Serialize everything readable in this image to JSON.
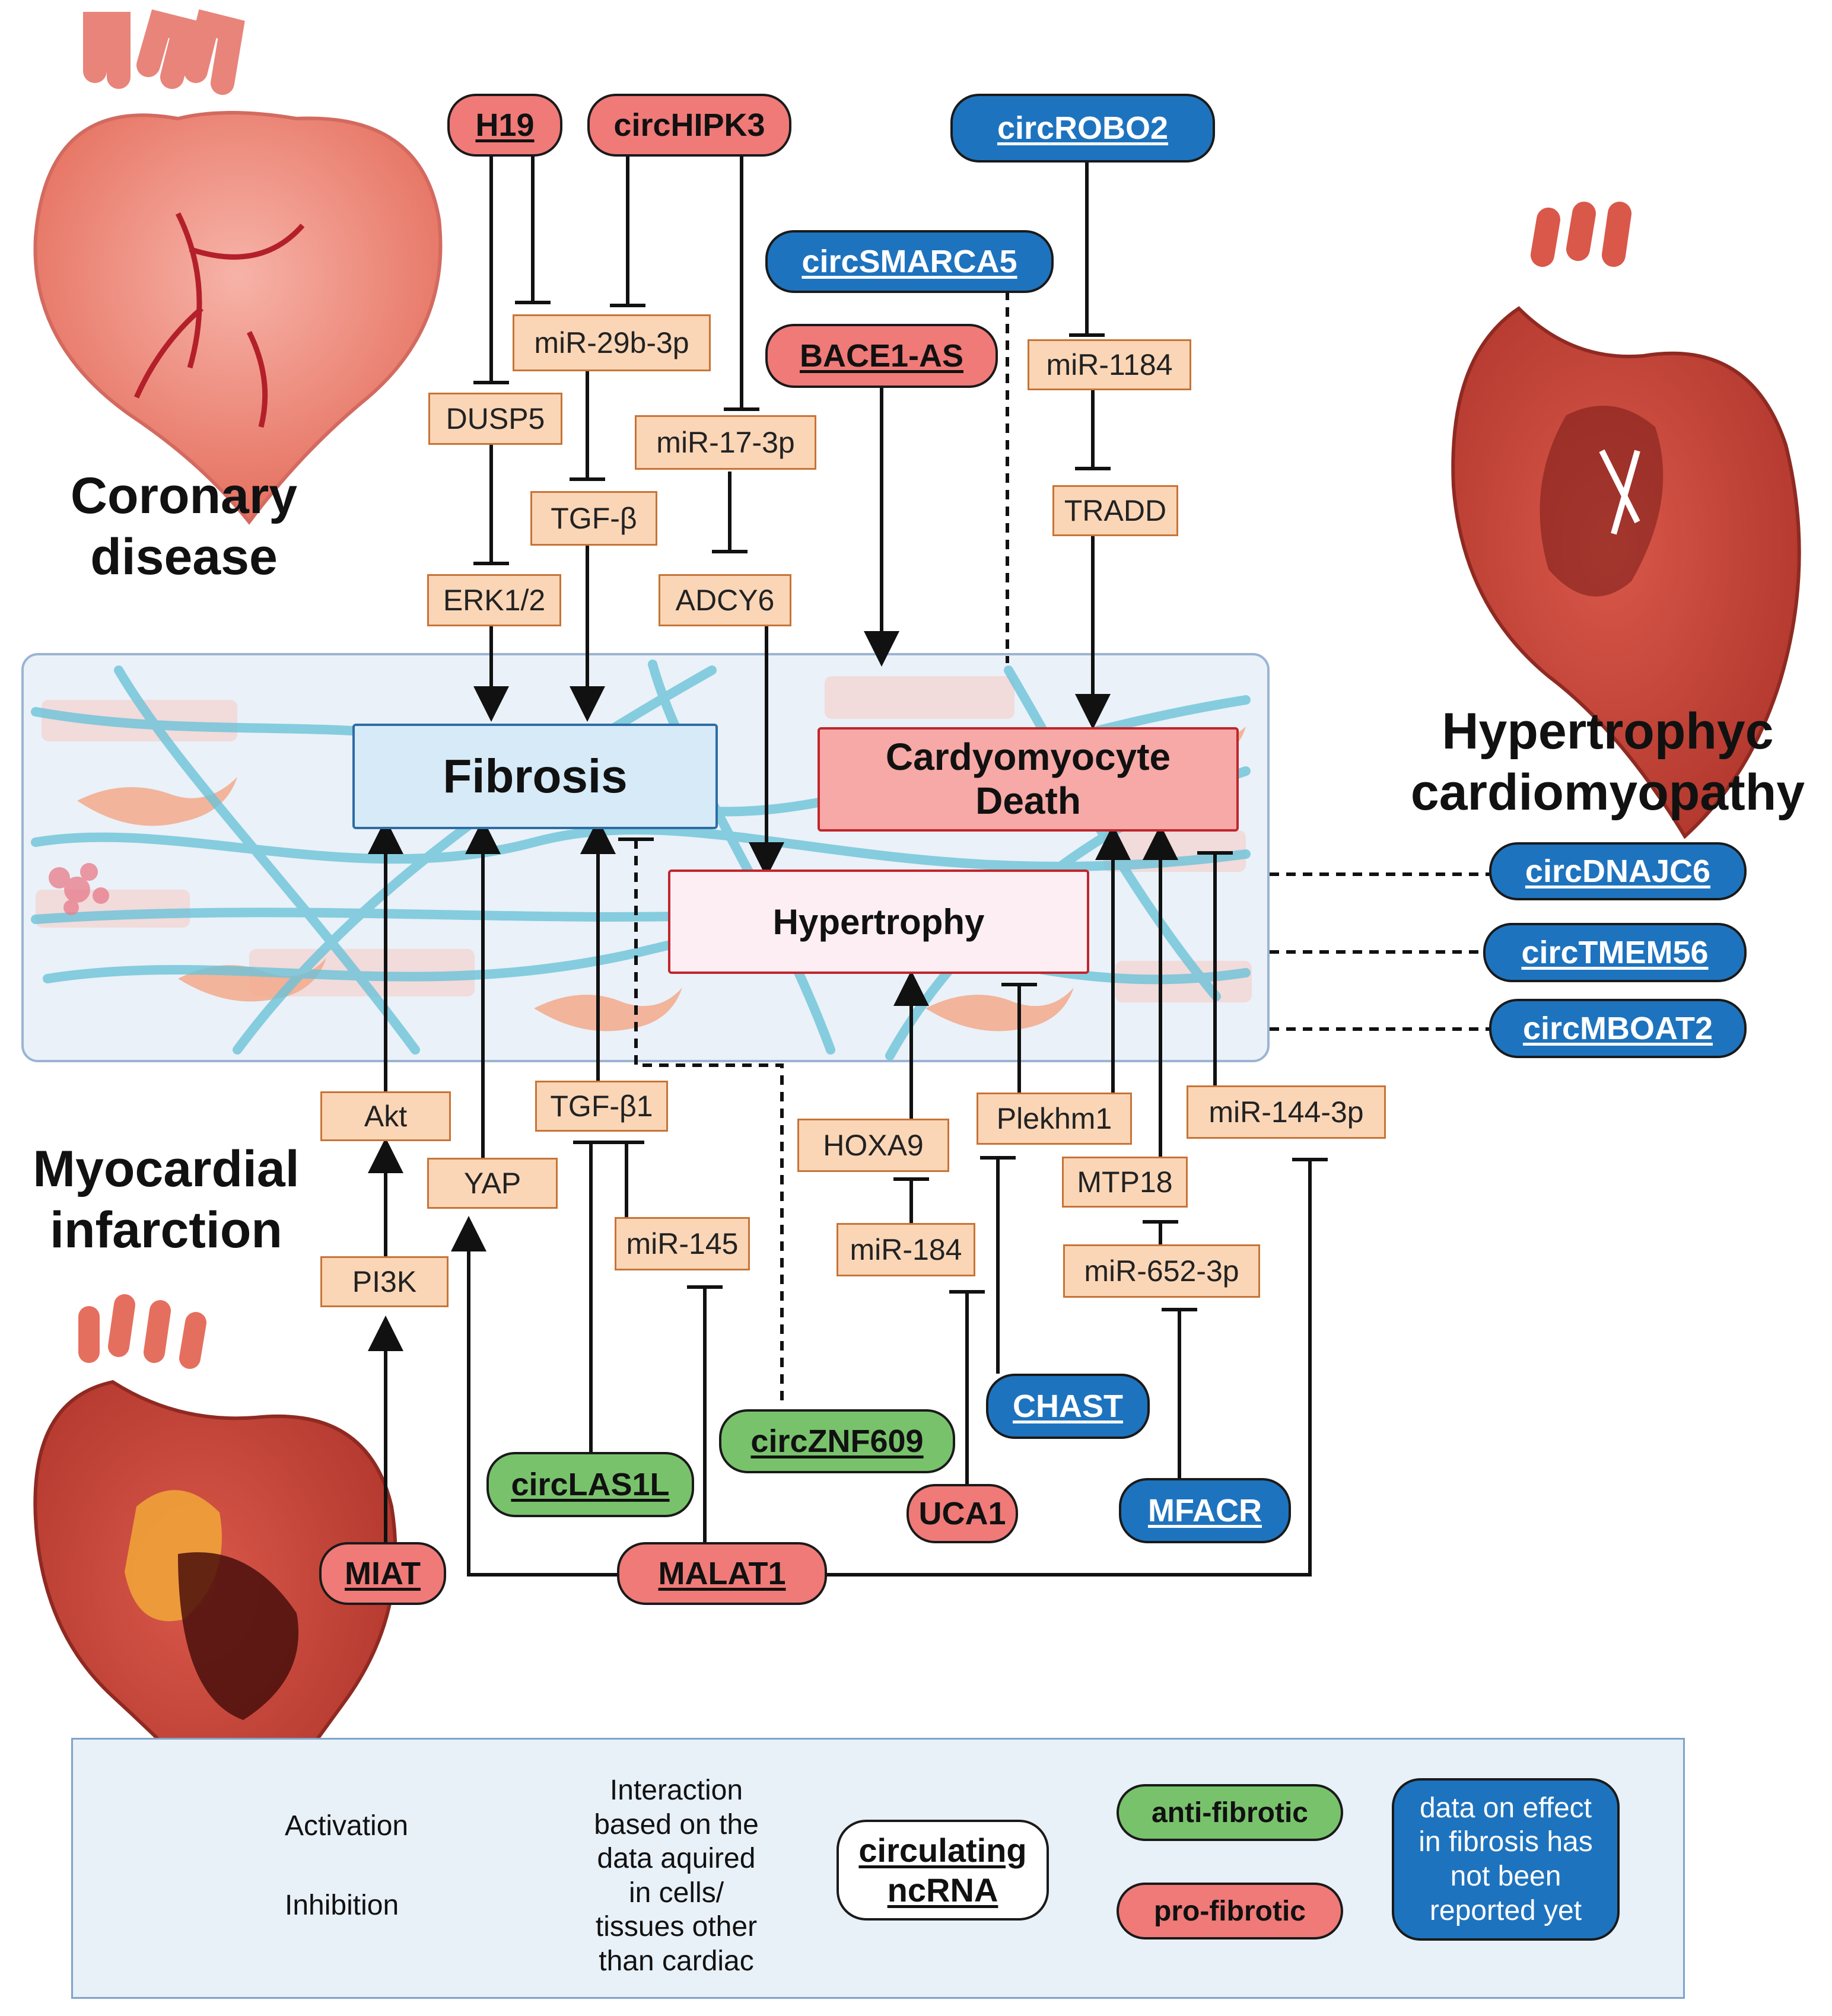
{
  "diseases": {
    "coronary": [
      "Coronary",
      "disease"
    ],
    "hypertrophic": [
      "Hypertrophyc",
      "cardiomyopathy"
    ],
    "infarction": [
      "Myocardial",
      "infarction"
    ]
  },
  "outcomes": {
    "fibrosis": "Fibrosis",
    "death_line1": "Cardyomyocyte",
    "death_line2": "Death",
    "hypertrophy": "Hypertrophy"
  },
  "ncrnas": {
    "h19": "H19",
    "circhipk3": "circHIPK3",
    "circrobo2": "circROBO2",
    "circsmarca5": "circSMARCA5",
    "bace1as": "BACE1-AS",
    "circdnajc6": "circDNAJC6",
    "circtmem56": "circTMEM56",
    "circmboat2": "circMBOAT2",
    "chast": "CHAST",
    "circznf609": "circZNF609",
    "circlas1l": "circLAS1L",
    "uca1": "UCA1",
    "mfacr": "MFACR",
    "miat": "MIAT",
    "malat1": "MALAT1"
  },
  "intermediates": {
    "mir29b": "miR-29b-3p",
    "dusp5": "DUSP5",
    "mir17": "miR-17-3p",
    "tgfb": "TGF-β",
    "erk": "ERK1/2",
    "adcy6": "ADCY6",
    "mir1184": "miR-1184",
    "tradd": "TRADD",
    "akt": "Akt",
    "yap": "YAP",
    "tgfb1": "TGF-β1",
    "mir145": "miR-145",
    "pi3k": "PI3K",
    "hoxa9": "HOXA9",
    "mir184": "miR-184",
    "plekhm1": "Plekhm1",
    "mtp18": "MTP18",
    "mir652": "miR-652-3p",
    "mir144": "miR-144-3p"
  },
  "legend": {
    "activation": "Activation",
    "inhibition": "Inhibition",
    "dashed_lines": [
      "Interaction",
      "based on the",
      "data aquired",
      "in cells/",
      "tissues other",
      "than cardiac"
    ],
    "circulating": [
      "circulating",
      "ncRNA"
    ],
    "anti_fibrotic": "anti-fibrotic",
    "pro_fibrotic": "pro-fibrotic",
    "unknown_effect": [
      "data on effect",
      "in fibrosis has",
      "not been",
      "reported yet"
    ]
  },
  "colors": {
    "pro_fibrotic": "#ef7a78",
    "anti_fibrotic": "#79c26c",
    "unknown_effect": "#1e73be",
    "intermediate_fill": "#fad6b7",
    "intermediate_border": "#c87437",
    "fibrosis_fill": "#d6eaf8",
    "death_fill": "#f6a9a6",
    "hypertrophy_fill": "#fdeef4",
    "tissue_fill": "#eaf1f8",
    "fiber_color": "#6cc3d9"
  },
  "icons": [
    "heart-icon-coronary",
    "heart-icon-hypertrophic",
    "heart-icon-infarction"
  ]
}
